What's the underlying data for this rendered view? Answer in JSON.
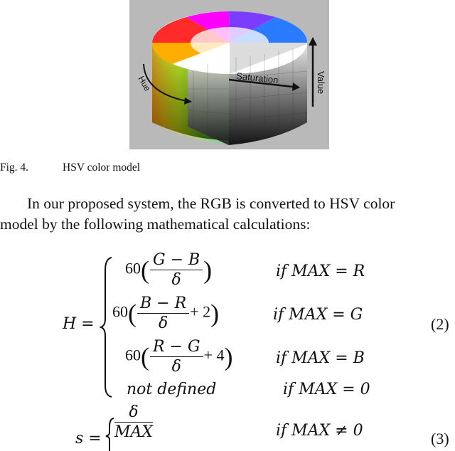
{
  "figure": {
    "labels": {
      "hue": "Hue",
      "saturation": "Saturation",
      "value": "Value"
    },
    "caption_num": "Fig. 4.",
    "caption_text": "HSV color model"
  },
  "paragraph": {
    "line1": "In our proposed system, the RGB is converted to HSV color",
    "line2": "model by the following mathematical calculations:"
  },
  "equation2": {
    "lhs": "H =",
    "number": "(2)",
    "cases": [
      {
        "coef": "60",
        "num": "G − B",
        "den": "δ",
        "add": "",
        "cond": "if MAX = R"
      },
      {
        "coef": "60",
        "num": "B − R",
        "den": "δ",
        "add": "+ 2",
        "cond": "if MAX = G"
      },
      {
        "coef": "60",
        "num": "R − G",
        "den": "δ",
        "add": "+ 4",
        "cond": "if MAX = B"
      },
      {
        "expr": "not defined",
        "cond": "if MAX = 0"
      }
    ]
  },
  "equation3": {
    "lhs": "s =",
    "num": "δ",
    "den": "MAX",
    "cond": "if MAX ≠ 0",
    "number": "(3)"
  }
}
